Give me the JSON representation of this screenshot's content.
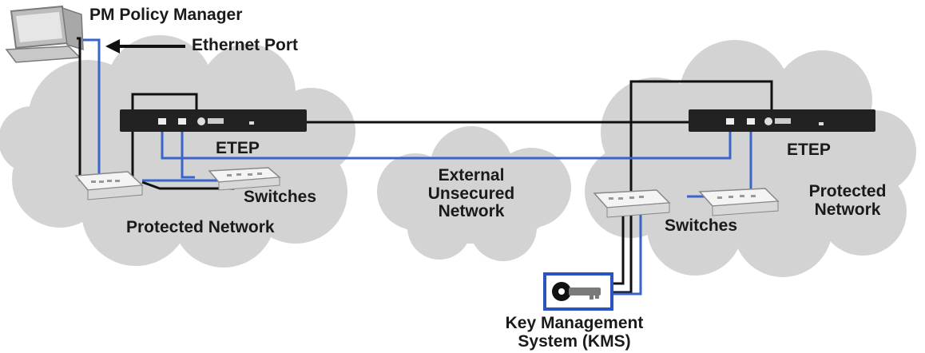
{
  "labels": {
    "pm_policy_manager": "PM Policy Manager",
    "ethernet_port": "Ethernet Port",
    "etep_left": "ETEP",
    "etep_right": "ETEP",
    "switches_left": "Switches",
    "switches_right": "Switches",
    "protected_network_left": "Protected Network",
    "protected_network_right_line1": "Protected",
    "protected_network_right_line2": "Network",
    "external_line1": "External",
    "external_line2": "Unsecured",
    "external_line3": "Network",
    "kms_line1": "Key Management",
    "kms_line2": "System (KMS)"
  },
  "colors": {
    "cloud": "#d3d3d3",
    "black_cable": "#111111",
    "blue_cable": "#3a64c8",
    "device": "#222222",
    "switch_body": "#f2f2f2",
    "kms_border": "#2a55c0"
  },
  "icons": {
    "computer": "computer-icon",
    "key": "key-icon",
    "arrow": "arrow-left-icon"
  }
}
